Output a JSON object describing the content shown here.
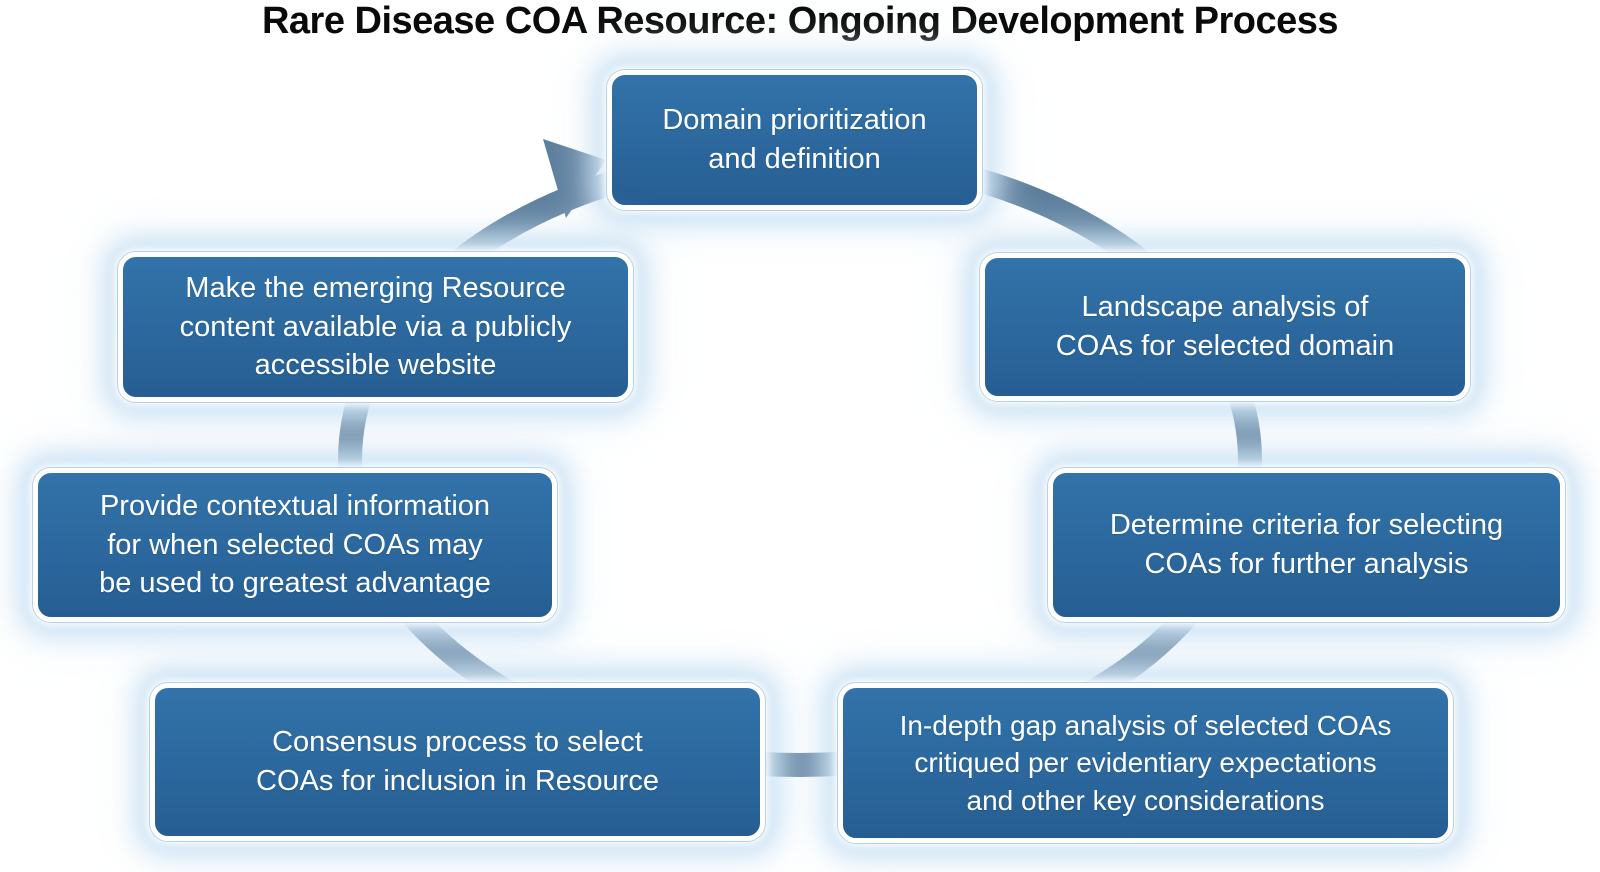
{
  "title": "Rare Disease COA Resource: Ongoing Development Process",
  "colors": {
    "page_bg": "#ffffff",
    "title_text": "#0a0a0a",
    "box_fill_top": "#3273a9",
    "box_fill_bottom": "#265e93",
    "box_border": "#ffffff",
    "box_text": "#ffffff",
    "halo": "rgba(200,224,243,0.9)",
    "ring": "#5c7e9d"
  },
  "cycle": {
    "direction": "clockwise",
    "steps": [
      {
        "id": "domain-prioritization",
        "position": "top",
        "lines": [
          "Domain prioritization",
          "and definition"
        ]
      },
      {
        "id": "landscape-analysis",
        "position": "right-upper",
        "lines": [
          "Landscape analysis of",
          "COAs for selected domain"
        ]
      },
      {
        "id": "determine-criteria",
        "position": "right-lower",
        "lines": [
          "Determine criteria for selecting",
          "COAs for further analysis"
        ]
      },
      {
        "id": "gap-analysis",
        "position": "bottom-right",
        "lines": [
          "In-depth gap analysis of selected COAs",
          "critiqued per evidentiary expectations",
          "and other key considerations"
        ]
      },
      {
        "id": "consensus-process",
        "position": "bottom-left",
        "lines": [
          "Consensus process to select",
          "COAs for inclusion in Resource"
        ]
      },
      {
        "id": "contextual-information",
        "position": "left-lower",
        "lines": [
          "Provide contextual information",
          "for when selected COAs may",
          "be used to greatest advantage"
        ]
      },
      {
        "id": "publish-website",
        "position": "left-upper",
        "lines": [
          "Make the emerging Resource",
          "content available via a publicly",
          "accessible website"
        ]
      }
    ]
  }
}
